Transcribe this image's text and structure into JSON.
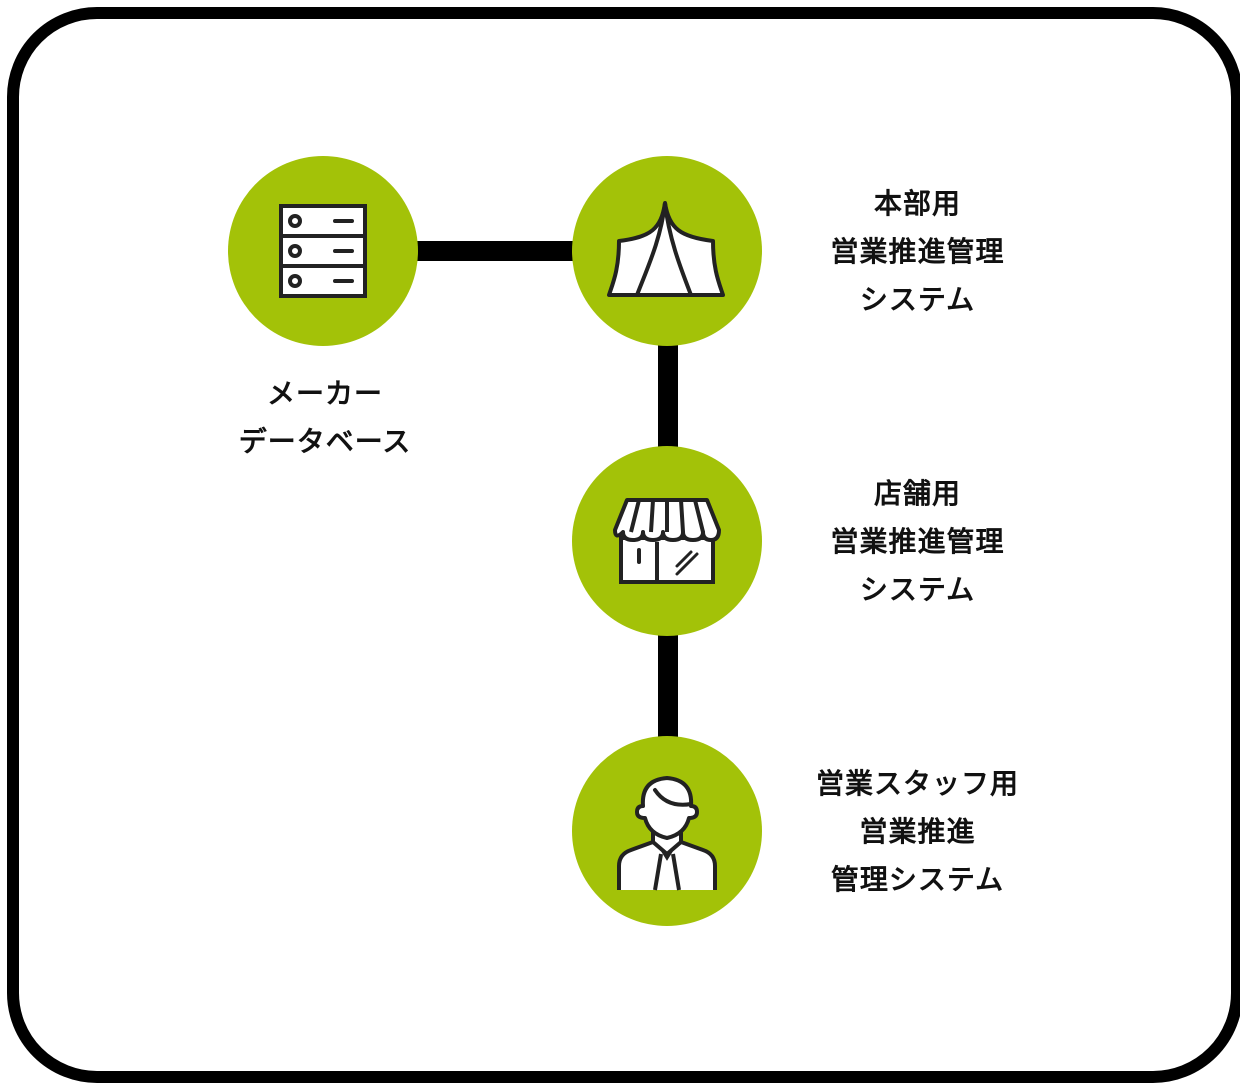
{
  "colors": {
    "node_fill": "#a3c208",
    "line": "#000000",
    "icon_stroke": "#222222",
    "icon_fill": "#ffffff"
  },
  "nodes": [
    {
      "id": "maker-database",
      "icon": "server-icon",
      "label_lines": [
        "メーカー",
        "データベース"
      ]
    },
    {
      "id": "headquarters-system",
      "icon": "tent-icon",
      "label_lines": [
        "本部用",
        "営業推進管理",
        "システム"
      ]
    },
    {
      "id": "store-system",
      "icon": "storefront-icon",
      "label_lines": [
        "店舗用",
        "営業推進管理",
        "システム"
      ]
    },
    {
      "id": "sales-staff-system",
      "icon": "businessman-icon",
      "label_lines": [
        "営業スタッフ用",
        "営業推進",
        "管理システム"
      ]
    }
  ],
  "edges": [
    {
      "from": "maker-database",
      "to": "headquarters-system"
    },
    {
      "from": "headquarters-system",
      "to": "store-system"
    },
    {
      "from": "store-system",
      "to": "sales-staff-system"
    }
  ]
}
